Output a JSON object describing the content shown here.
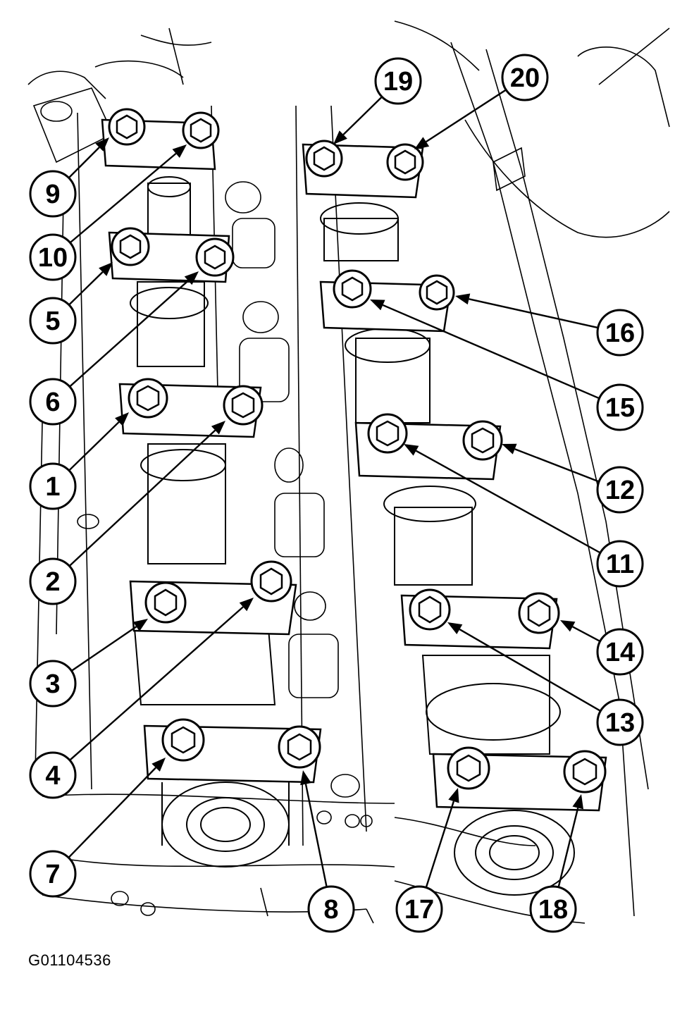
{
  "figure_id": "G01104536",
  "callouts": [
    "1",
    "2",
    "3",
    "4",
    "5",
    "6",
    "7",
    "8",
    "9",
    "10",
    "11",
    "12",
    "13",
    "14",
    "15",
    "16",
    "17",
    "18",
    "19",
    "20"
  ],
  "colors": {
    "ink": "#000000",
    "paper": "#ffffff"
  }
}
